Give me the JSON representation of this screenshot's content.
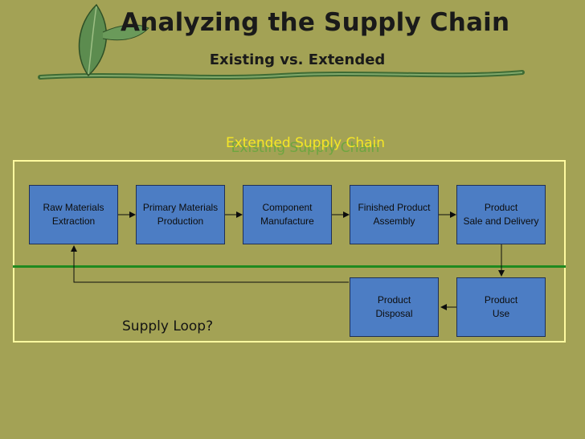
{
  "header": {
    "title": "Analyzing the Supply Chain",
    "subtitle": "Existing vs. Extended"
  },
  "labels": {
    "existing_chain": "Existing Supply Chain",
    "extended_chain": "Extended Supply Chain",
    "supply_loop": "Supply Loop?"
  },
  "boxes": {
    "raw_materials": "Raw Materials\nExtraction",
    "primary_materials": "Primary Materials\nProduction",
    "component": "Component\nManufacture",
    "finished_product": "Finished Product\nAssembly",
    "sale_delivery": "Product\nSale and Delivery",
    "product_use": "Product\nUse",
    "product_disposal": "Product\nDisposal"
  },
  "colors": {
    "background": "#a3a255",
    "box_fill": "#4c7dc4",
    "frame": "#fffaa0",
    "divider": "#1f8a1f",
    "existing_label": "#6ea540",
    "extended_label": "#f5e626"
  },
  "icons": {
    "decoration": "leaf-vine-icon"
  }
}
